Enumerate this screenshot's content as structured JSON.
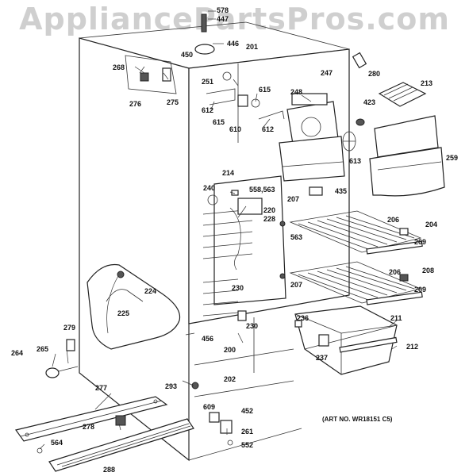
{
  "watermark": "AppliancePartsPros.com",
  "art_number": "(ART NO. WR18151 C5)",
  "part_labels": [
    {
      "id": "578",
      "text": "578"
    },
    {
      "id": "447",
      "text": "447"
    },
    {
      "id": "446",
      "text": "446"
    },
    {
      "id": "450",
      "text": "450"
    },
    {
      "id": "201",
      "text": "201"
    },
    {
      "id": "268",
      "text": "268"
    },
    {
      "id": "280",
      "text": "280"
    },
    {
      "id": "213",
      "text": "213"
    },
    {
      "id": "247",
      "text": "247"
    },
    {
      "id": "251",
      "text": "251"
    },
    {
      "id": "615a",
      "text": "615"
    },
    {
      "id": "248",
      "text": "248"
    },
    {
      "id": "423",
      "text": "423"
    },
    {
      "id": "276",
      "text": "276"
    },
    {
      "id": "275",
      "text": "275"
    },
    {
      "id": "612a",
      "text": "612"
    },
    {
      "id": "615b",
      "text": "615"
    },
    {
      "id": "610",
      "text": "610"
    },
    {
      "id": "612b",
      "text": "612"
    },
    {
      "id": "613",
      "text": "613"
    },
    {
      "id": "259",
      "text": "259"
    },
    {
      "id": "214",
      "text": "214"
    },
    {
      "id": "240",
      "text": "240"
    },
    {
      "id": "558",
      "text": "558,563"
    },
    {
      "id": "207a",
      "text": "207"
    },
    {
      "id": "435",
      "text": "435"
    },
    {
      "id": "220",
      "text": "220"
    },
    {
      "id": "228",
      "text": "228"
    },
    {
      "id": "206a",
      "text": "206"
    },
    {
      "id": "204",
      "text": "204"
    },
    {
      "id": "563",
      "text": "563"
    },
    {
      "id": "209a",
      "text": "209"
    },
    {
      "id": "208",
      "text": "208"
    },
    {
      "id": "206b",
      "text": "206"
    },
    {
      "id": "207b",
      "text": "207"
    },
    {
      "id": "209b",
      "text": "209"
    },
    {
      "id": "224",
      "text": "224"
    },
    {
      "id": "230a",
      "text": "230"
    },
    {
      "id": "225",
      "text": "225"
    },
    {
      "id": "211",
      "text": "211"
    },
    {
      "id": "236",
      "text": "236"
    },
    {
      "id": "230b",
      "text": "230"
    },
    {
      "id": "279",
      "text": "279"
    },
    {
      "id": "456",
      "text": "456"
    },
    {
      "id": "212",
      "text": "212"
    },
    {
      "id": "264",
      "text": "264"
    },
    {
      "id": "265",
      "text": "265"
    },
    {
      "id": "200",
      "text": "200"
    },
    {
      "id": "237",
      "text": "237"
    },
    {
      "id": "202",
      "text": "202"
    },
    {
      "id": "293",
      "text": "293"
    },
    {
      "id": "277",
      "text": "277"
    },
    {
      "id": "609",
      "text": "609"
    },
    {
      "id": "452",
      "text": "452"
    },
    {
      "id": "278",
      "text": "278"
    },
    {
      "id": "261",
      "text": "261"
    },
    {
      "id": "564",
      "text": "564"
    },
    {
      "id": "552",
      "text": "552"
    },
    {
      "id": "288",
      "text": "288"
    }
  ]
}
